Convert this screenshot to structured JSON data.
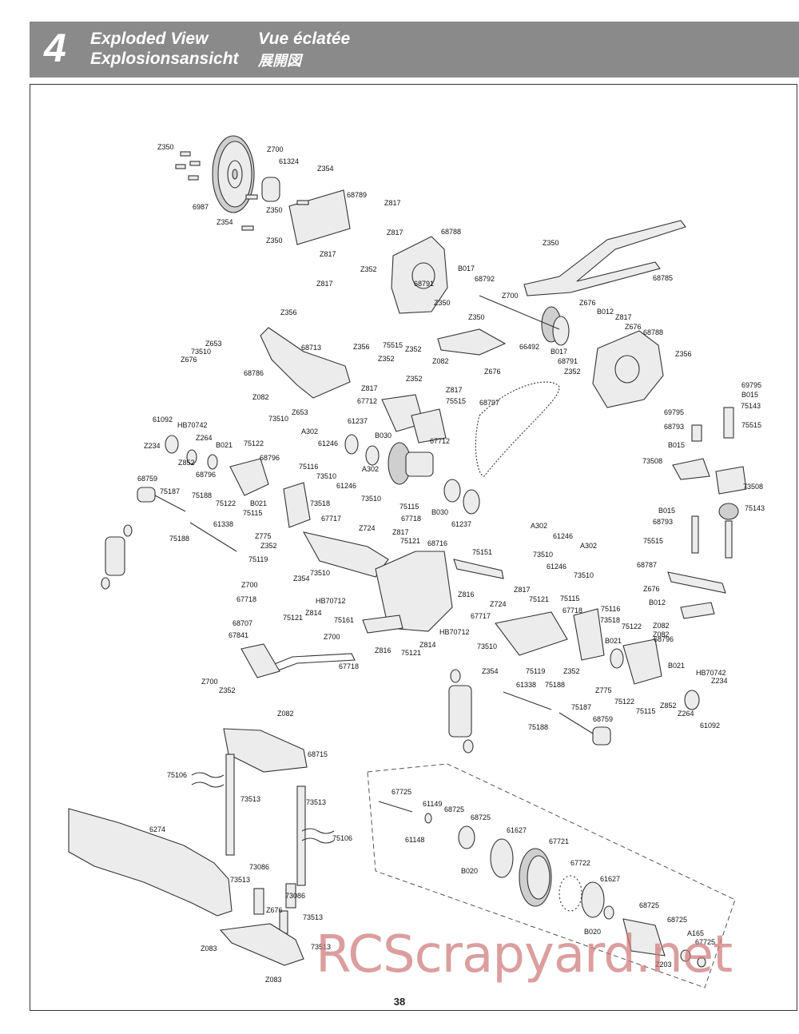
{
  "header": {
    "chapter": "4",
    "title_en": "Exploded View",
    "title_fr": "Vue éclatée",
    "title_de": "Explosionsansicht",
    "title_jp": "展開図",
    "bg_color": "#8a8a8a"
  },
  "page_number": "38",
  "watermark": "RCScrapyard.net",
  "part_labels": [
    "Z350",
    "6987",
    "Z700",
    "61324",
    "Z354",
    "Z354",
    "Z350",
    "68789",
    "Z817",
    "Z817",
    "Z350",
    "Z817",
    "Z817",
    "Z352",
    "68788",
    "B017",
    "68791",
    "68792",
    "Z350",
    "Z350",
    "68785",
    "Z350",
    "Z700",
    "Z676",
    "B012",
    "Z817",
    "Z676",
    "68788",
    "66492",
    "B017",
    "68791",
    "Z352",
    "Z356",
    "Z356",
    "68713",
    "Z356",
    "Z653",
    "73510",
    "Z676",
    "75515",
    "Z352",
    "Z352",
    "Z352",
    "Z082",
    "68786",
    "Z676",
    "Z082",
    "Z817",
    "75515",
    "Z653",
    "73510",
    "67712",
    "Z817",
    "68797",
    "61092",
    "HB70742",
    "A302",
    "61237",
    "B030",
    "67712",
    "Z234",
    "Z264",
    "61246",
    "B021",
    "75122",
    "Z852",
    "68796",
    "68796",
    "75116",
    "68759",
    "A302",
    "73510",
    "75187",
    "61246",
    "75188",
    "75122",
    "B021",
    "73518",
    "73510",
    "75115",
    "75115",
    "61338",
    "Z724",
    "67718",
    "B030",
    "Z817",
    "61237",
    "75188",
    "Z775",
    "67717",
    "75121",
    "68716",
    "Z352",
    "75119",
    "73510",
    "Z354",
    "Z700",
    "HB70712",
    "67718",
    "Z814",
    "75121",
    "75161",
    "68707",
    "67841",
    "Z700",
    "Z816",
    "Z700",
    "Z352",
    "67718",
    "Z814",
    "75121",
    "A302",
    "61246",
    "73510",
    "A302",
    "61246",
    "73510",
    "75151",
    "Z816",
    "Z817",
    "75121",
    "75115",
    "Z724",
    "67718",
    "75116",
    "73518",
    "67717",
    "HB70712",
    "73510",
    "Z354",
    "B021",
    "75122",
    "68796",
    "Z082",
    "B021",
    "HB70742",
    "Z234",
    "75119",
    "Z352",
    "Z775",
    "75122",
    "75115",
    "Z852",
    "Z264",
    "61092",
    "61338",
    "75188",
    "75187",
    "75188",
    "68759",
    "69795",
    "B015",
    "75143",
    "75515",
    "69795",
    "68793",
    "B015",
    "73508",
    "73508",
    "75143",
    "B015",
    "68793",
    "75515",
    "68787",
    "Z676",
    "B012",
    "Z082",
    "Z082",
    "68715",
    "75106",
    "73513",
    "73513",
    "6274",
    "75106",
    "73086",
    "73513",
    "73086",
    "Z676",
    "73513",
    "Z083",
    "73513",
    "Z083",
    "67725",
    "61149",
    "68725",
    "68725",
    "61148",
    "61627",
    "B020",
    "67721",
    "67722",
    "61627",
    "B020",
    "68725",
    "68725",
    "A165",
    "67725",
    "Z203"
  ]
}
